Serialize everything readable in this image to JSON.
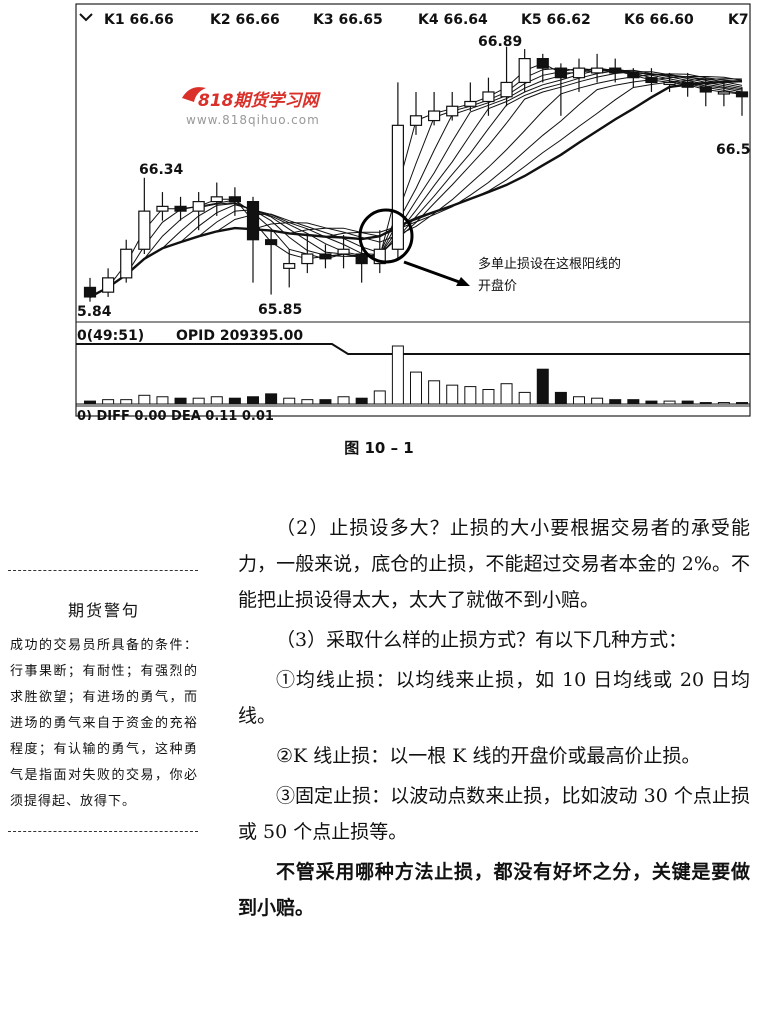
{
  "chart": {
    "k_labels": [
      "K1 66.66",
      "K2 66.66",
      "K3 66.65",
      "K4 66.64",
      "K5 66.62",
      "K6 66.60",
      "K7"
    ],
    "price_labels": [
      "66.89",
      "66.34",
      "65.85",
      "5.84",
      "66.5"
    ],
    "annotation_line1": "多单止损设在这根阳线的",
    "annotation_line2": "开盘价",
    "logo_text": "818期货学习网",
    "logo_url": "www.818qihuo.com",
    "indicator_label": "0(49:51)",
    "opid_label": "OPID 209395.00",
    "macd_label": "0)   DIFF 0.00   DEA 0.11   0.01"
  },
  "chart_data": {
    "type": "candlestick",
    "candles": [
      {
        "o": 65.88,
        "c": 65.84,
        "h": 65.92,
        "l": 65.82
      },
      {
        "o": 65.86,
        "c": 65.92,
        "h": 65.96,
        "l": 65.84
      },
      {
        "o": 65.92,
        "c": 66.04,
        "h": 66.08,
        "l": 65.9
      },
      {
        "o": 66.04,
        "c": 66.2,
        "h": 66.34,
        "l": 66.02
      },
      {
        "o": 66.2,
        "c": 66.22,
        "h": 66.28,
        "l": 66.16
      },
      {
        "o": 66.22,
        "c": 66.2,
        "h": 66.26,
        "l": 66.16
      },
      {
        "o": 66.2,
        "c": 66.24,
        "h": 66.28,
        "l": 66.12
      },
      {
        "o": 66.24,
        "c": 66.26,
        "h": 66.32,
        "l": 66.18
      },
      {
        "o": 66.26,
        "c": 66.24,
        "h": 66.3,
        "l": 66.18
      },
      {
        "o": 66.24,
        "c": 66.08,
        "h": 66.26,
        "l": 65.9
      },
      {
        "o": 66.08,
        "c": 66.06,
        "h": 66.12,
        "l": 65.85
      },
      {
        "o": 65.96,
        "c": 65.98,
        "h": 66.04,
        "l": 65.88
      },
      {
        "o": 65.98,
        "c": 66.02,
        "h": 66.1,
        "l": 65.94
      },
      {
        "o": 66.02,
        "c": 66.0,
        "h": 66.06,
        "l": 65.96
      },
      {
        "o": 66.02,
        "c": 66.04,
        "h": 66.1,
        "l": 65.96
      },
      {
        "o": 66.02,
        "c": 65.98,
        "h": 66.06,
        "l": 65.9
      },
      {
        "o": 65.98,
        "c": 66.04,
        "h": 66.12,
        "l": 65.94
      },
      {
        "o": 66.04,
        "c": 66.56,
        "h": 66.74,
        "l": 66.0
      },
      {
        "o": 66.56,
        "c": 66.6,
        "h": 66.7,
        "l": 66.52
      },
      {
        "o": 66.58,
        "c": 66.62,
        "h": 66.7,
        "l": 66.56
      },
      {
        "o": 66.6,
        "c": 66.64,
        "h": 66.7,
        "l": 66.58
      },
      {
        "o": 66.64,
        "c": 66.66,
        "h": 66.74,
        "l": 66.62
      },
      {
        "o": 66.66,
        "c": 66.7,
        "h": 66.76,
        "l": 66.6
      },
      {
        "o": 66.68,
        "c": 66.74,
        "h": 66.89,
        "l": 66.64
      },
      {
        "o": 66.74,
        "c": 66.84,
        "h": 66.88,
        "l": 66.7
      },
      {
        "o": 66.84,
        "c": 66.8,
        "h": 66.86,
        "l": 66.74
      },
      {
        "o": 66.8,
        "c": 66.76,
        "h": 66.82,
        "l": 66.6
      },
      {
        "o": 66.76,
        "c": 66.8,
        "h": 66.84,
        "l": 66.7
      },
      {
        "o": 66.78,
        "c": 66.8,
        "h": 66.86,
        "l": 66.74
      },
      {
        "o": 66.8,
        "c": 66.78,
        "h": 66.84,
        "l": 66.74
      },
      {
        "o": 66.78,
        "c": 66.76,
        "h": 66.8,
        "l": 66.72
      },
      {
        "o": 66.76,
        "c": 66.74,
        "h": 66.8,
        "l": 66.7
      },
      {
        "o": 66.74,
        "c": 66.74,
        "h": 66.78,
        "l": 66.7
      },
      {
        "o": 66.74,
        "c": 66.72,
        "h": 66.78,
        "l": 66.68
      },
      {
        "o": 66.72,
        "c": 66.7,
        "h": 66.76,
        "l": 66.64
      },
      {
        "o": 66.7,
        "c": 66.7,
        "h": 66.74,
        "l": 66.64
      },
      {
        "o": 66.7,
        "c": 66.68,
        "h": 66.72,
        "l": 66.6
      }
    ],
    "volumes": [
      2,
      3,
      3,
      6,
      5,
      4,
      4,
      5,
      4,
      5,
      7,
      4,
      3,
      3,
      5,
      4,
      9,
      40,
      22,
      16,
      13,
      12,
      10,
      14,
      8,
      24,
      8,
      5,
      4,
      3,
      3,
      2,
      2,
      2,
      1,
      1,
      1
    ],
    "ylim": [
      65.76,
      66.96
    ]
  },
  "caption": "图 10 – 1",
  "sidebar": {
    "title": "期货警句",
    "body": "成功的交易员所具备的条件：行事果断；有耐性；有强烈的求胜欲望；有进场的勇气，而进场的勇气来自于资金的充裕程度；有认输的勇气，这种勇气是指面对失败的交易，你必须提得起、放得下。"
  },
  "main": {
    "p1": "（2）止损设多大？止损的大小要根据交易者的承受能力，一般来说，底仓的止损，不能超过交易者本金的 2%。不能把止损设得太大，太大了就做不到小赔。",
    "p2": "（3）采取什么样的止损方式？有以下几种方式：",
    "p3": "①均线止损：以均线来止损，如 10 日均线或 20 日均线。",
    "p4": "②K 线止损：以一根 K 线的开盘价或最高价止损。",
    "p5": "③固定止损：以波动点数来止损，比如波动 30 个点止损或 50 个点止损等。",
    "p6": "不管采用哪种方法止损，都没有好坏之分，关键是要做到小赔。"
  }
}
